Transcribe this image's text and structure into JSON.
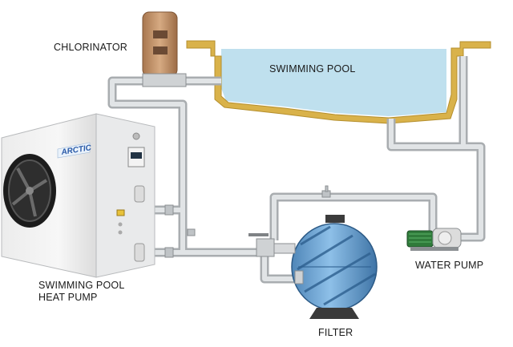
{
  "labels": {
    "chlorinator": "CHLORINATOR",
    "swimming_pool": "SWIMMING POOL",
    "heat_pump_line1": "SWIMMING POOL",
    "heat_pump_line2": "HEAT PUMP",
    "water_pump": "WATER PUMP",
    "filter": "FILTER"
  },
  "heat_pump_brand": "ARCTIC",
  "colors": {
    "pool_water": "#bfe0ee",
    "pool_edge": "#d9b24a",
    "pipe": "#d3d6d8",
    "filter_tank": "#7fb3df",
    "chlorinator": "#c79a73",
    "pump_motor": "#2f7a3a"
  }
}
